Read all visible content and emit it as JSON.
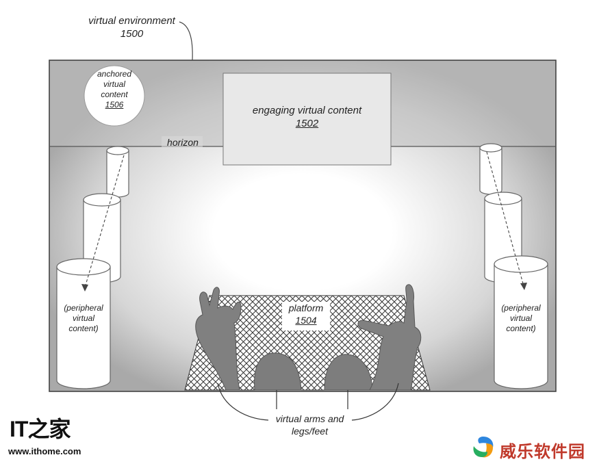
{
  "figure": {
    "environment": {
      "label": "virtual environment",
      "ref": "1500"
    },
    "horizon": "horizon",
    "engaging": {
      "label": "engaging virtual content",
      "ref": "1502"
    },
    "anchored": {
      "line1": "anchored",
      "line2": "virtual",
      "line3": "content",
      "ref": "1506"
    },
    "peripheral": {
      "line1": "(peripheral",
      "line2": "virtual",
      "line3": "content)"
    },
    "platform": {
      "label": "platform",
      "ref": "1504"
    },
    "arms": {
      "line1": "virtual arms and",
      "line2": "legs/feet"
    }
  },
  "watermark": {
    "left_logo": "IT之家",
    "left_url": "www.ithome.com",
    "right_brand": "威乐软件园"
  },
  "colors": {
    "frame": "#555555",
    "platform_hatch": "#333333",
    "arms": "#7a7a7a"
  }
}
